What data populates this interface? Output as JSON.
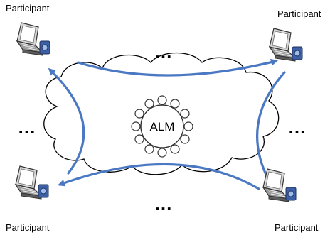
{
  "participants": [
    {
      "label": "Participant"
    },
    {
      "label": "Participant"
    },
    {
      "label": "Participant"
    },
    {
      "label": "Participant"
    }
  ],
  "center": {
    "label": "ALM"
  },
  "ellipsis": {
    "top": "…",
    "bottom": "…",
    "left": "…",
    "right": "…"
  },
  "colors": {
    "arrow": "#4a78c2",
    "cloud_stroke": "#000000",
    "cloud_fill": "#ffffff"
  }
}
